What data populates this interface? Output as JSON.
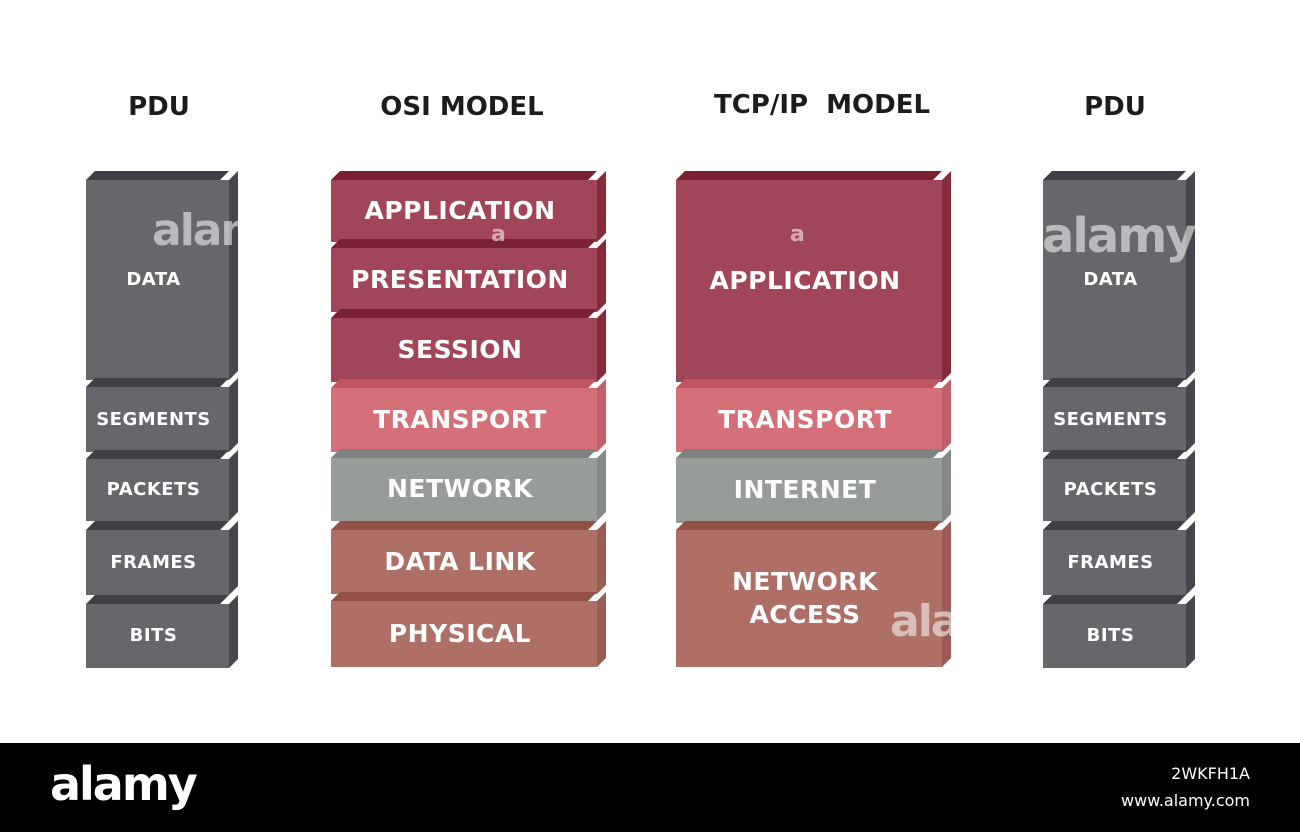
{
  "headings": {
    "pdu_left": "PDU",
    "osi": "OSI MODEL",
    "tcpip": "TCP/IP  MODEL",
    "pdu_right": "PDU"
  },
  "pdu_left": [
    "DATA",
    "SEGMENTS",
    "PACKETS",
    "FRAMES",
    "BITS"
  ],
  "osi_layers": [
    "APPLICATION",
    "PRESENTATION",
    "SESSION",
    "TRANSPORT",
    "NETWORK",
    "DATA LINK",
    "PHYSICAL"
  ],
  "tcpip_layers": [
    "APPLICATION",
    "TRANSPORT",
    "INTERNET",
    "NETWORK\nACCESS"
  ],
  "pdu_right": [
    "DATA",
    "SEGMENTS",
    "PACKETS",
    "FRAMES",
    "BITS"
  ],
  "colors": {
    "application": "#a14558",
    "transport": "#d56f78",
    "network": "#979c98",
    "link": "#ad6f66",
    "pdu": "#65676b"
  },
  "watermark": {
    "text_large": "alamy",
    "text_small": "a"
  },
  "footer": {
    "logo": "alamy",
    "image_id": "2WKFH1A",
    "url": "www.alamy.com"
  }
}
